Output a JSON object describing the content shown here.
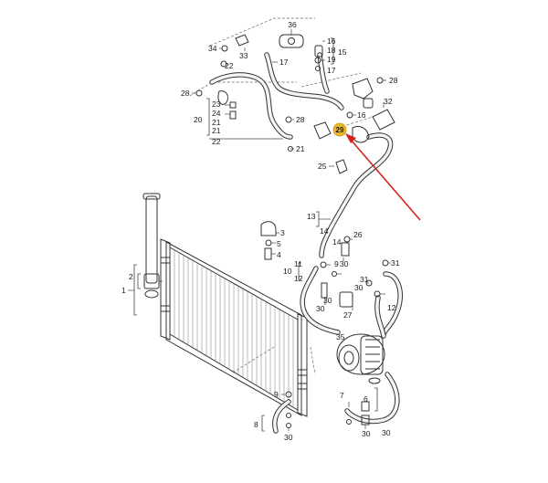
{
  "labels": [
    {
      "text": "36"
    },
    {
      "text": "34"
    },
    {
      "text": "33"
    },
    {
      "text": "16"
    },
    {
      "text": "18"
    },
    {
      "text": "19"
    },
    {
      "text": "17"
    },
    {
      "text": "15"
    },
    {
      "text": "22"
    },
    {
      "text": "17"
    },
    {
      "text": "28"
    },
    {
      "text": "28"
    },
    {
      "text": "32"
    },
    {
      "text": "23"
    },
    {
      "text": "24"
    },
    {
      "text": "21"
    },
    {
      "text": "20"
    },
    {
      "text": "21"
    },
    {
      "text": "22"
    },
    {
      "text": "28"
    },
    {
      "text": "16"
    },
    {
      "text": "21"
    },
    {
      "text": "25"
    },
    {
      "text": "13"
    },
    {
      "text": "14"
    },
    {
      "text": "3"
    },
    {
      "text": "5"
    },
    {
      "text": "4"
    },
    {
      "text": "26"
    },
    {
      "text": "14"
    },
    {
      "text": "30"
    },
    {
      "text": "11"
    },
    {
      "text": "10"
    },
    {
      "text": "12"
    },
    {
      "text": "9"
    },
    {
      "text": "31"
    },
    {
      "text": "31"
    },
    {
      "text": "30"
    },
    {
      "text": "12"
    },
    {
      "text": "30"
    },
    {
      "text": "30"
    },
    {
      "text": "27"
    },
    {
      "text": "35"
    },
    {
      "text": "2"
    },
    {
      "text": "1"
    },
    {
      "text": "9"
    },
    {
      "text": "7"
    },
    {
      "text": "6"
    },
    {
      "text": "8"
    },
    {
      "text": "30"
    },
    {
      "text": "30"
    },
    {
      "text": "30"
    }
  ],
  "highlight": {
    "text": "29",
    "color": "#e8b728"
  },
  "arrow_color": "#d42020"
}
